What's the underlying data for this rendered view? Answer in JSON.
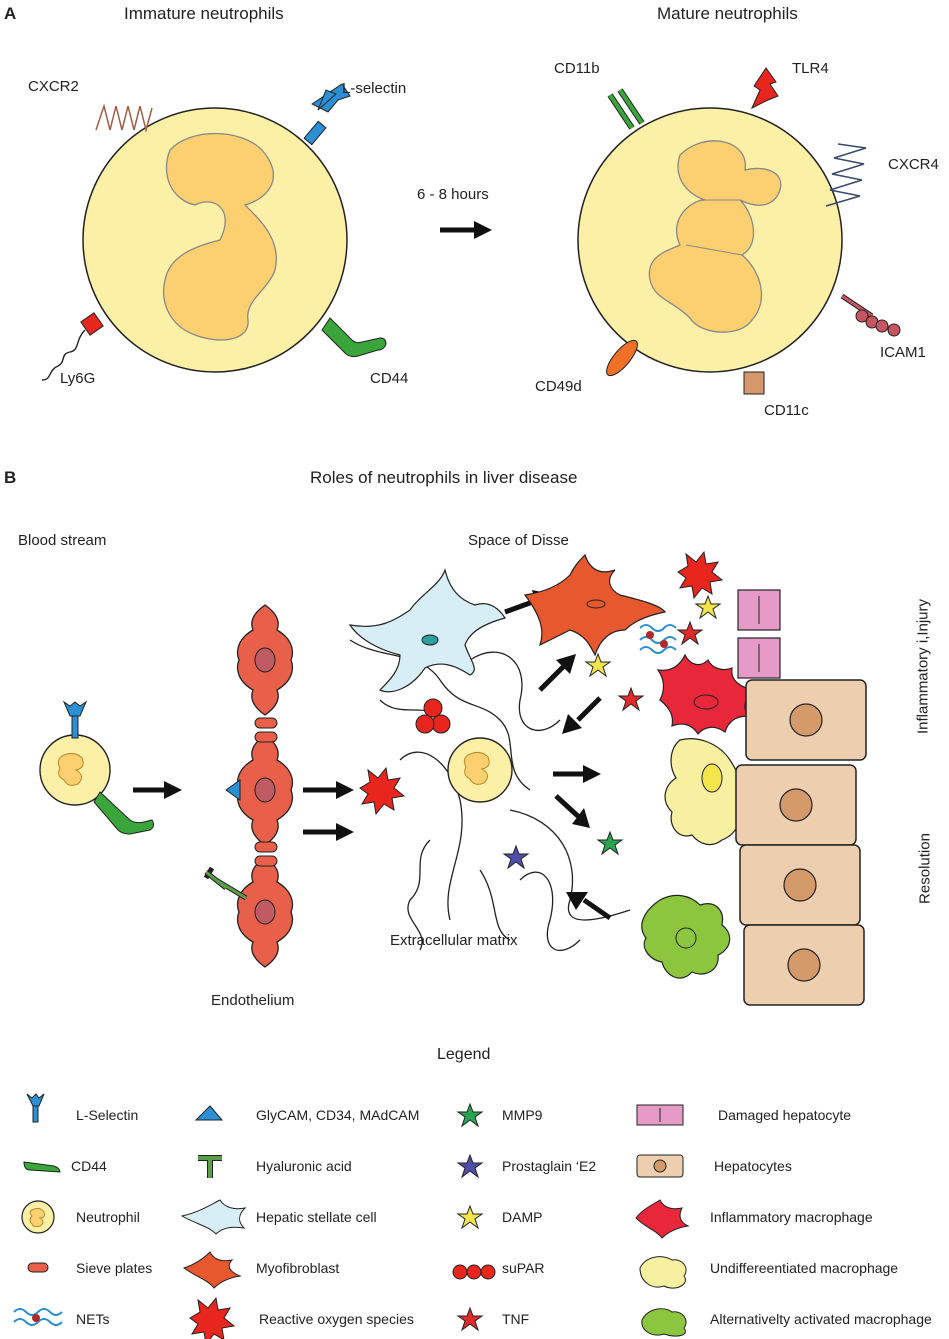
{
  "panel_a": {
    "letter": "A",
    "immature_title": "Immature neutrophils",
    "mature_title": "Mature neutrophils",
    "time_label": "6 - 8 hours",
    "immature_markers": {
      "cxcr2": "CXCR2",
      "l_selectin": "L-selectin",
      "ly6g": "Ly6G",
      "cd44": "CD44"
    },
    "mature_markers": {
      "cd11b": "CD11b",
      "tlr4": "TLR4",
      "cxcr4": "CXCR4",
      "icam1": "ICAM1",
      "cd49d": "CD49d",
      "cd11c": "CD11c"
    }
  },
  "panel_b": {
    "letter": "B",
    "title": "Roles of neutrophils in liver disease",
    "blood_stream": "Blood stream",
    "space_of_disse": "Space of Disse",
    "endothelium": "Endothelium",
    "extracellular_matrix": "Extracellular matrix",
    "inflammatory_injury": "Inflammatory i,Injury",
    "resolution": "Resolution"
  },
  "legend": {
    "title": "Legend",
    "items": [
      "L-Selectin",
      "GlyCAM, CD34, MAdCAM",
      "MMP9",
      "Damaged hepatocyte",
      "CD44",
      "Hyaluronic acid",
      "Prostaglain ‘E2",
      "Hepatocytes",
      "Neutrophil",
      "Hepatic stellate cell",
      "DAMP",
      "Inflammatory macrophage",
      "Sieve plates",
      "Myofibroblast",
      "suPAR",
      "Undiffereentiated macrophage",
      "NETs",
      "Reactive oxygen species",
      "TNF",
      "Alternativelty activated macrophage"
    ]
  },
  "colors": {
    "cell_fill": "#fbf0a6",
    "nucleus": "#fcd070",
    "endothelium": "#e8604a",
    "l_selectin": "#2a8fd4",
    "cd44": "#3aa53a",
    "ros": "#e8261e",
    "myofibroblast": "#e8582e",
    "stellate": "#d7eef6",
    "damaged_hepatocyte": "#e69ac8",
    "hepatocyte": "#edcfb0",
    "inflammatory_macrophage": "#e8283a",
    "alt_macrophage": "#8cc63e",
    "undiff_macrophage": "#f7f0a0",
    "damp": "#f4e64a",
    "mmp9": "#2aa450",
    "pge2": "#4e4ea8",
    "tnf": "#e12a2a"
  }
}
